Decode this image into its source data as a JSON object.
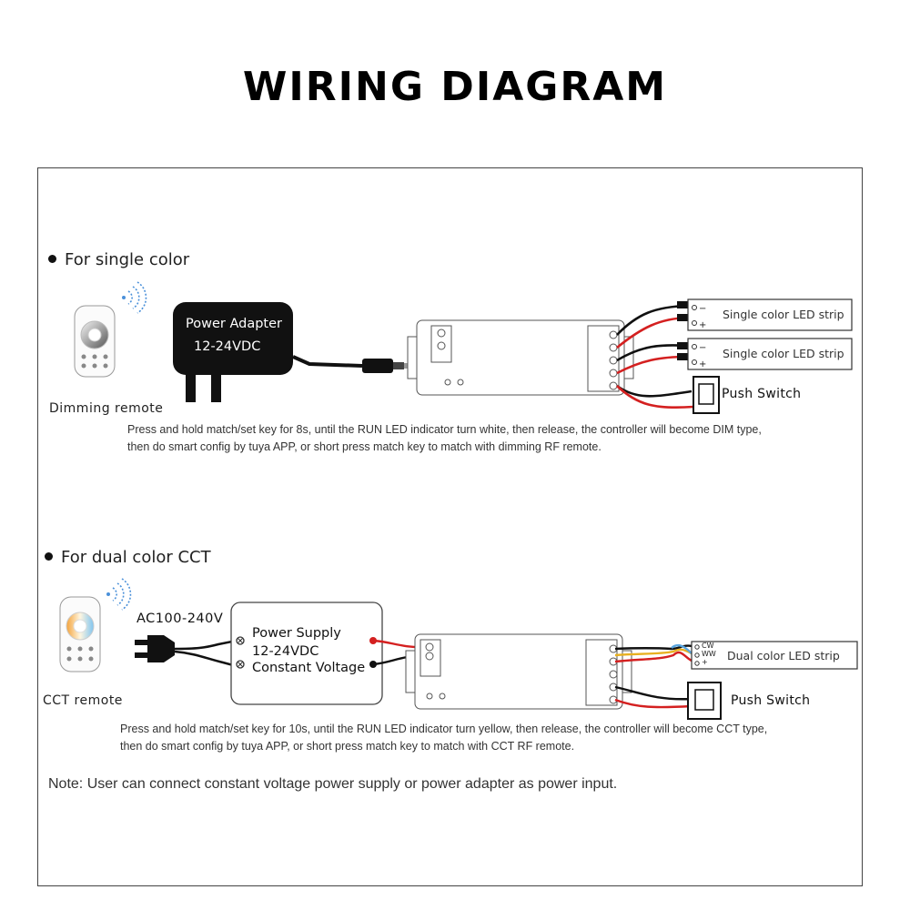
{
  "title": "WIRING DIAGRAM",
  "single": {
    "heading": "For single color",
    "remote_label": "Dimming remote",
    "adapter_line1": "Power Adapter",
    "adapter_line2": "12-24VDC",
    "strip1": "Single color LED strip",
    "strip2": "Single color LED strip",
    "switch": "Push Switch",
    "instr1": "Press and hold match/set key for 8s,  until the RUN LED indicator turn white, then release, the controller will become DIM type,",
    "instr2": "then do  smart  config by  tuya  APP,  or  short press match key to match with dimming  RF  remote."
  },
  "cct": {
    "heading": "For dual color CCT",
    "remote_label": "CCT remote",
    "ac_label": "AC100-240V",
    "ps_line1": "Power Supply",
    "ps_line2": "12-24VDC",
    "ps_line3": "Constant Voltage",
    "strip": "Dual color LED strip",
    "strip_terms": [
      "CW",
      "WW",
      "+"
    ],
    "switch": "Push Switch",
    "instr1": "Press and hold match/set key for 10s, until the RUN LED indicator turn yellow, then release, the controller will become CCT type,",
    "instr2": "then do  smart  config by  tuya  APP,  or  short press match key to match  with CCT RF  remote."
  },
  "note": "Note: User can connect constant voltage power supply or power adapter as power input.",
  "icons": [
    "wifi-signal-icon",
    "power-plug-icon",
    "dimming-remote-icon",
    "cct-remote-icon",
    "controller-icon",
    "push-switch-icon"
  ],
  "colors": {
    "wire_red": "#d42020",
    "wire_black": "#111111",
    "wire_yellow": "#e8b020",
    "wire_blue": "#5aa6e0",
    "wifi_blue": "#4a90d9",
    "adapter_body": "#111111"
  }
}
